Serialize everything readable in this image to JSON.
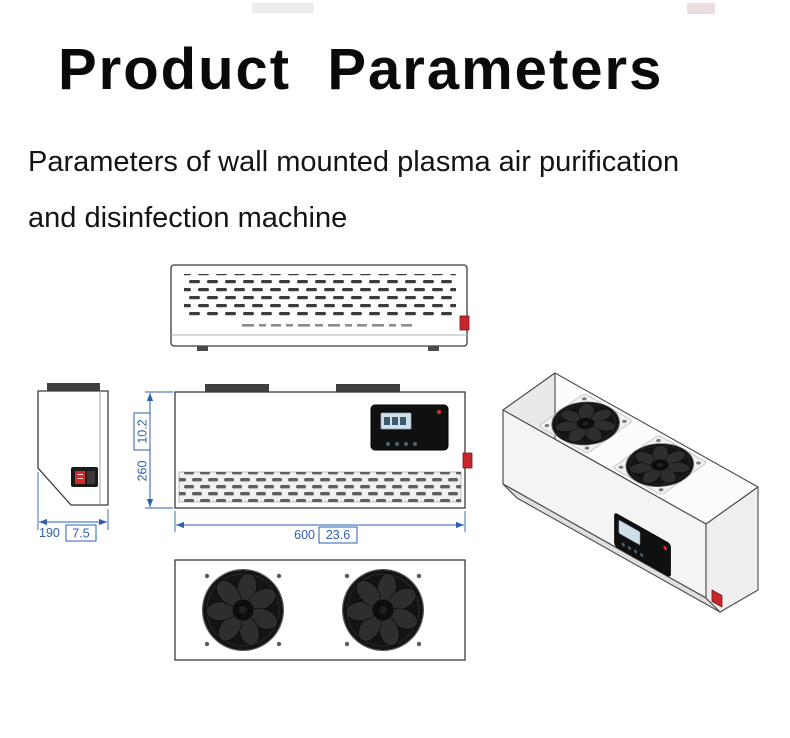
{
  "header": {
    "title": "Product  Parameters",
    "subtitle_line1": "Parameters of wall mounted plasma air purification",
    "subtitle_line2": "and disinfection machine"
  },
  "dimensions": {
    "width_mm": "600",
    "width_in": "23.6",
    "height_mm": "260",
    "height_in": "10.2",
    "depth_mm": "190",
    "depth_in": "7.5"
  },
  "colors": {
    "dimension_annotation": "#2d5fb0",
    "power_switch_red": "#c9252b",
    "drawing_outline": "#3a3a3a",
    "fan_dark": "#141414"
  }
}
